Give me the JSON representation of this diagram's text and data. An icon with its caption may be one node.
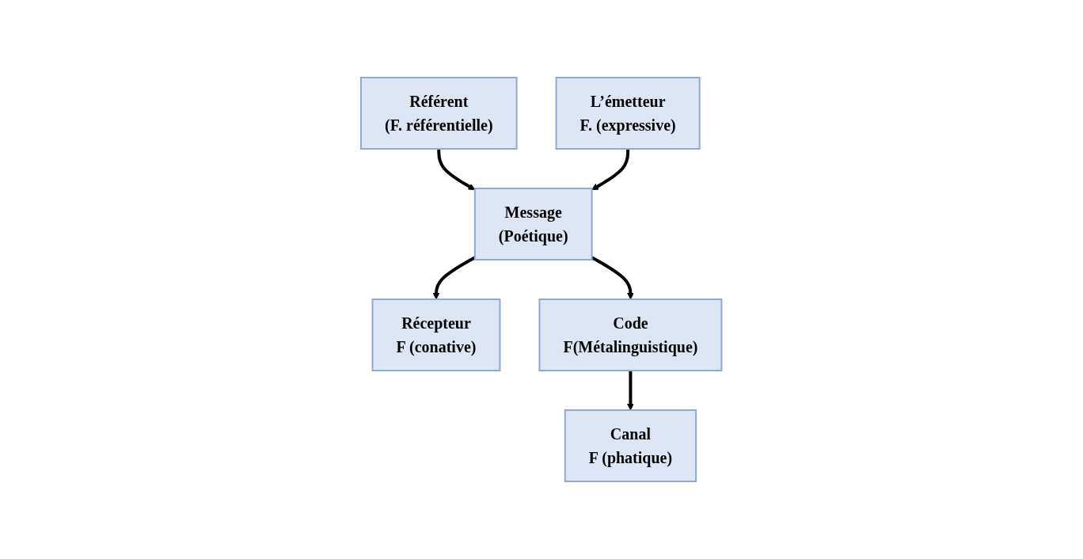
{
  "diagram": {
    "nodes": [
      {
        "text": [
          "Référent",
          "(F. référentielle)"
        ]
      },
      {
        "text": [
          "L’émetteur",
          "F. (expressive)"
        ]
      },
      {
        "text": [
          "Message",
          "(Poétique)"
        ]
      },
      {
        "text": [
          "Récepteur",
          "F (conative)"
        ]
      },
      {
        "text": [
          "Code",
          "F(Métalinguistique)"
        ]
      },
      {
        "text": [
          "Canal",
          "F (phatique)"
        ]
      }
    ],
    "edges": [
      {
        "from": 0,
        "to": 2,
        "arrow": "to"
      },
      {
        "from": 1,
        "to": 2,
        "arrow": "to"
      },
      {
        "from": 2,
        "to": 3,
        "arrow": "to"
      },
      {
        "from": 2,
        "to": 4,
        "arrow": "to"
      },
      {
        "from": 4,
        "to": 5,
        "arrow": "to"
      }
    ]
  }
}
